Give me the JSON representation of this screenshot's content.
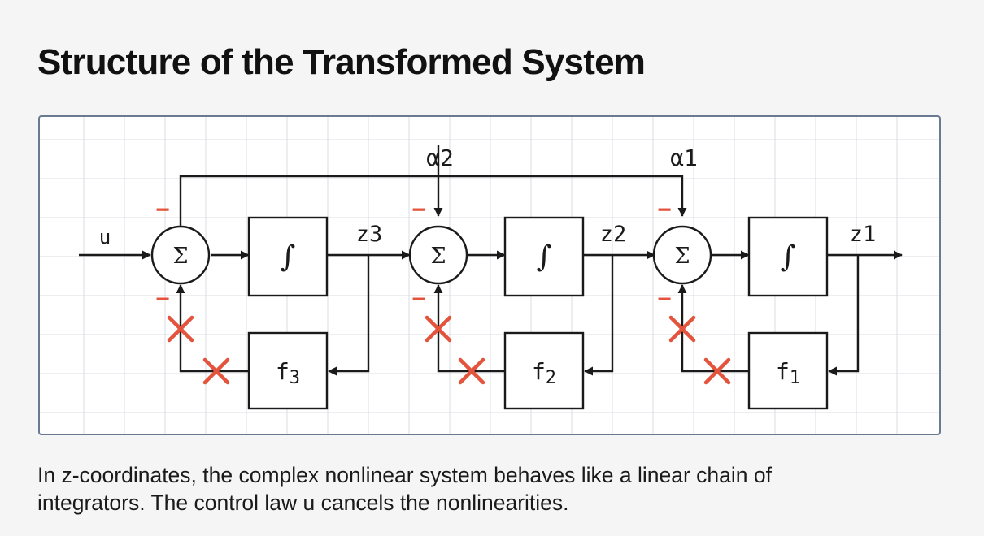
{
  "title": "Structure of the Transformed System",
  "caption_line1": "In z-coordinates, the complex nonlinear system behaves like a linear chain of",
  "caption_line2": "integrators. The control law u cancels the nonlinearities.",
  "diagram": {
    "input_label": "u",
    "sum_symbol": "Σ",
    "integrator_symbol": "∫",
    "minus_sign": "−",
    "cancel_mark": "✕",
    "feedforward_labels": [
      {
        "name": "α",
        "sub": "2"
      },
      {
        "name": "α",
        "sub": "1"
      }
    ],
    "stage_outputs": [
      {
        "name": "z",
        "sub": "3"
      },
      {
        "name": "z",
        "sub": "2"
      },
      {
        "name": "z",
        "sub": "1"
      }
    ],
    "nonlinear_blocks": [
      {
        "name": "f",
        "sub": "3"
      },
      {
        "name": "f",
        "sub": "2"
      },
      {
        "name": "f",
        "sub": "1"
      }
    ],
    "colors": {
      "grid": "#d9dde3",
      "line": "#1a1a1a",
      "cancel": "#e4533b",
      "frame": "#6b7a93"
    }
  }
}
